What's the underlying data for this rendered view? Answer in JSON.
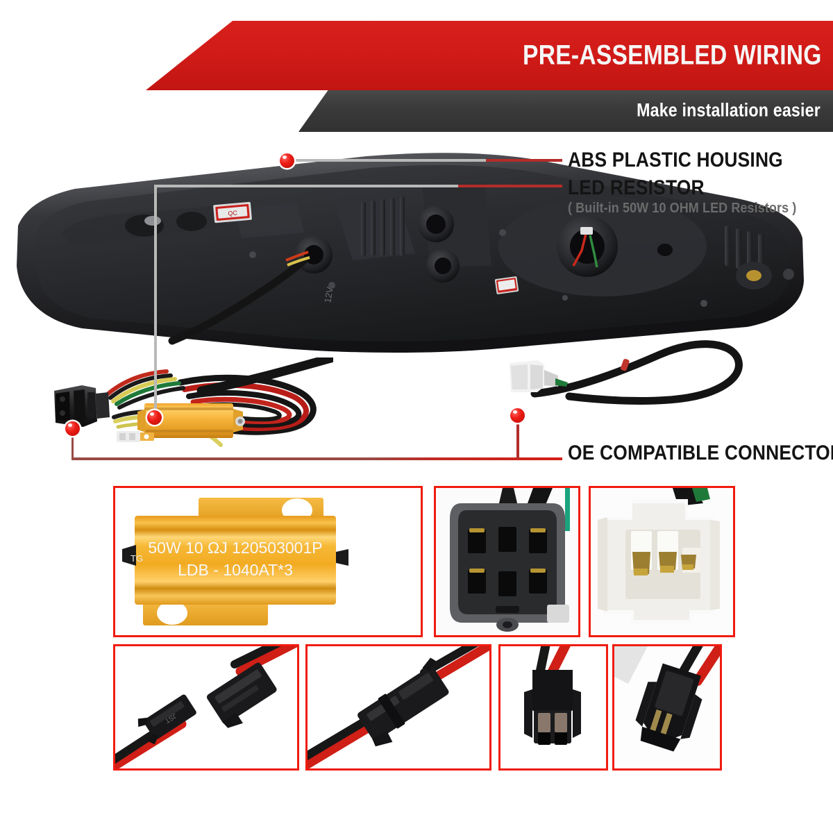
{
  "header": {
    "banner_title": "PRE-ASSEMBLED WIRING",
    "banner_subtitle": "Make installation easier",
    "colors": {
      "red": "#cf1a17",
      "dark": "#3a3a3a",
      "white": "#ffffff"
    }
  },
  "callouts": [
    {
      "id": "abs-plastic-housing",
      "title": "ABS PLASTIC HOUSING",
      "subtitle": ""
    },
    {
      "id": "led-resistor",
      "title": "LED RESISTOR",
      "subtitle": "( Built-in  50W 10 OHM  LED Resistors )"
    },
    {
      "id": "oe-compatible-connectors",
      "title": "OE COMPATIBLE CONNECTORS",
      "subtitle": ""
    }
  ],
  "product": {
    "housing_label": "QC PASS",
    "voltage_marking": "12V"
  },
  "resistor": {
    "line1": "50W 10 ΩJ 120503001P",
    "line2": "LDB - 1040AT*3",
    "side_mark": "TG"
  },
  "panels": {
    "row1": [
      {
        "id": "resistor-photo",
        "caption": ""
      },
      {
        "id": "oe-black-connector-photo",
        "caption": ""
      },
      {
        "id": "oe-white-connector-photo",
        "caption": ""
      }
    ],
    "row2": [
      {
        "id": "sm-connector-open-photo",
        "caption": ""
      },
      {
        "id": "sm-connector-joined-photo",
        "caption": ""
      },
      {
        "id": "sm-connector-female-photo",
        "caption": ""
      },
      {
        "id": "sm-connector-male-photo",
        "caption": ""
      }
    ]
  },
  "accent": {
    "marker_red": "#ec1c15",
    "frame_red": "#f01c10",
    "leader_red": "#b32d2a",
    "leader_grey": "#b9b9b9"
  }
}
